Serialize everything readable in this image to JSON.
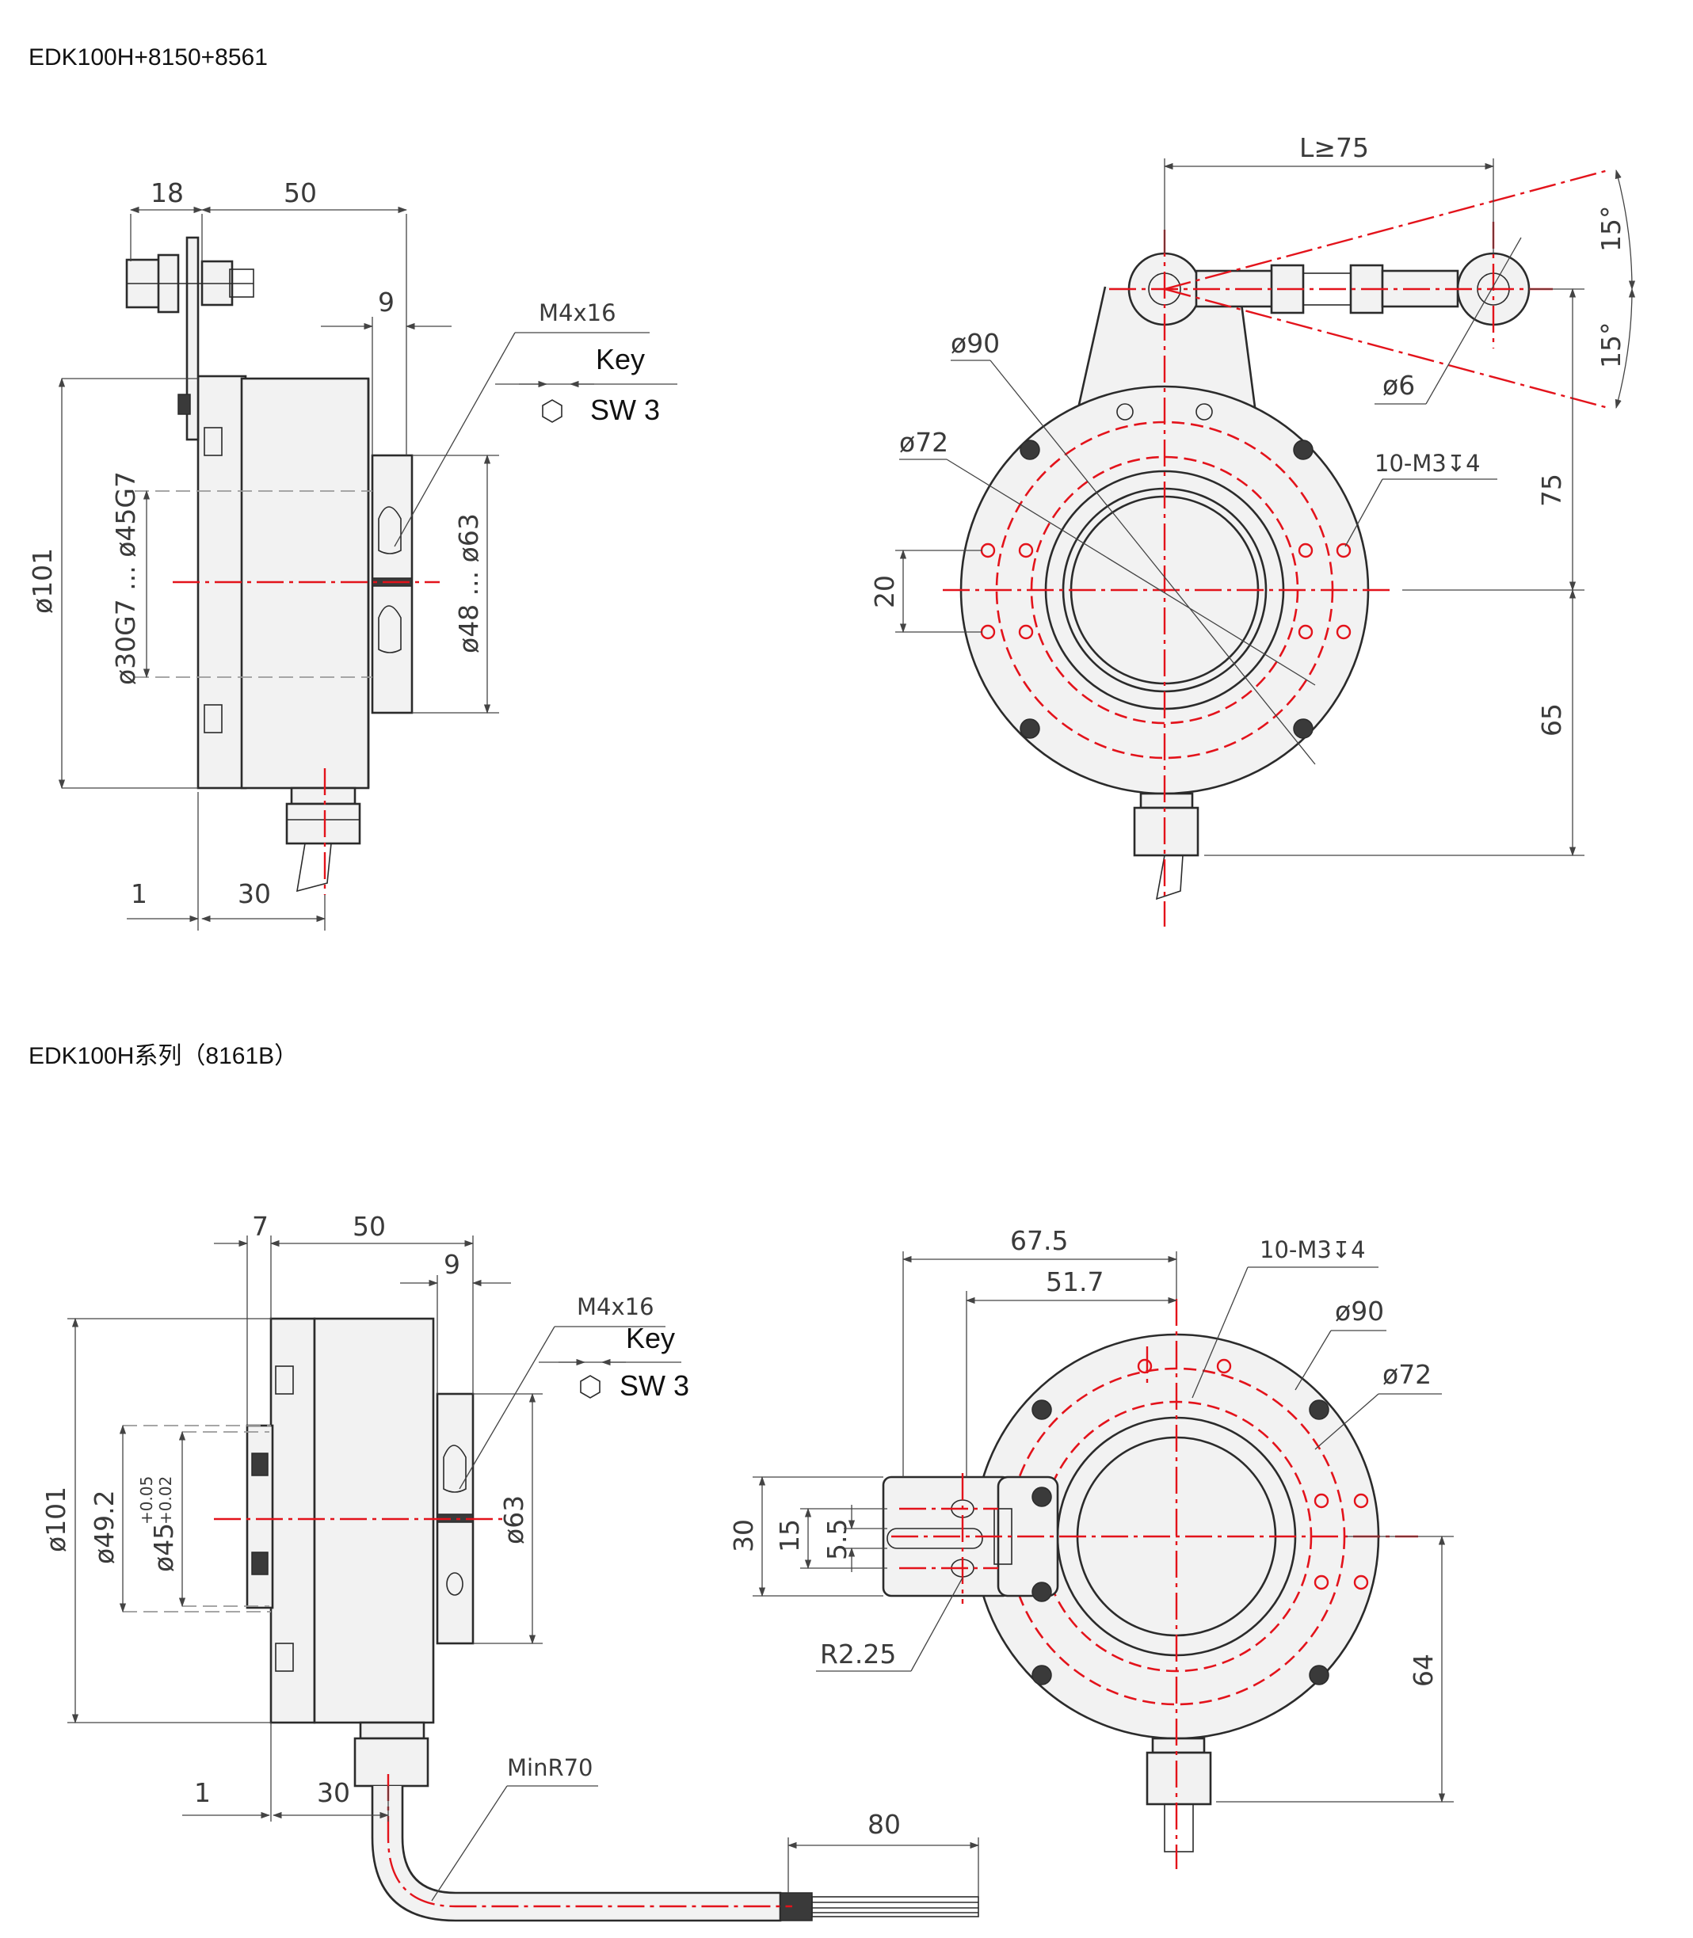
{
  "titles": {
    "top": "EDK100H+8150+8561",
    "bottom": "EDK100H系列（8161B）"
  },
  "top_side_view": {
    "dim_18": "18",
    "dim_50": "50",
    "dim_9": "9",
    "bolt": "M4x16",
    "key_label": "Key",
    "sw_label": "SW  3",
    "dia_101": "ø101",
    "dia_bore": "ø30G7 ... ø45G7",
    "dia_63": "ø48 ... ø63",
    "dim_1": "1",
    "dim_30": "30"
  },
  "top_front_view": {
    "dim_L": "L≥75",
    "angle_up": "15°",
    "angle_down": "15°",
    "dia_90": "ø90",
    "dia_72": "ø72",
    "dia_6": "ø6",
    "holes": "10-M3↧4",
    "dim_20": "20",
    "dim_75": "75",
    "dim_65": "65"
  },
  "bottom_side_view": {
    "dim_7": "7",
    "dim_50": "50",
    "dim_9": "9",
    "bolt": "M4x16",
    "key_label": "Key",
    "sw_label": "SW  3",
    "dia_101": "ø101",
    "dia_49": "ø49.2",
    "dia_45": "ø45",
    "tol_upper": "+0.05",
    "tol_lower": "+0.02",
    "dia_63": "ø63",
    "min_radius": "MinR70",
    "dim_1": "1",
    "dim_30": "30",
    "dim_80": "80"
  },
  "bottom_front_view": {
    "dim_67_5": "67.5",
    "dim_51_7": "51.7",
    "holes": "10-M3↧4",
    "dia_90": "ø90",
    "dia_72": "ø72",
    "dim_30": "30",
    "dim_15": "15",
    "dim_5_5": "5.5",
    "radius": "R2.25",
    "dim_64": "64"
  }
}
